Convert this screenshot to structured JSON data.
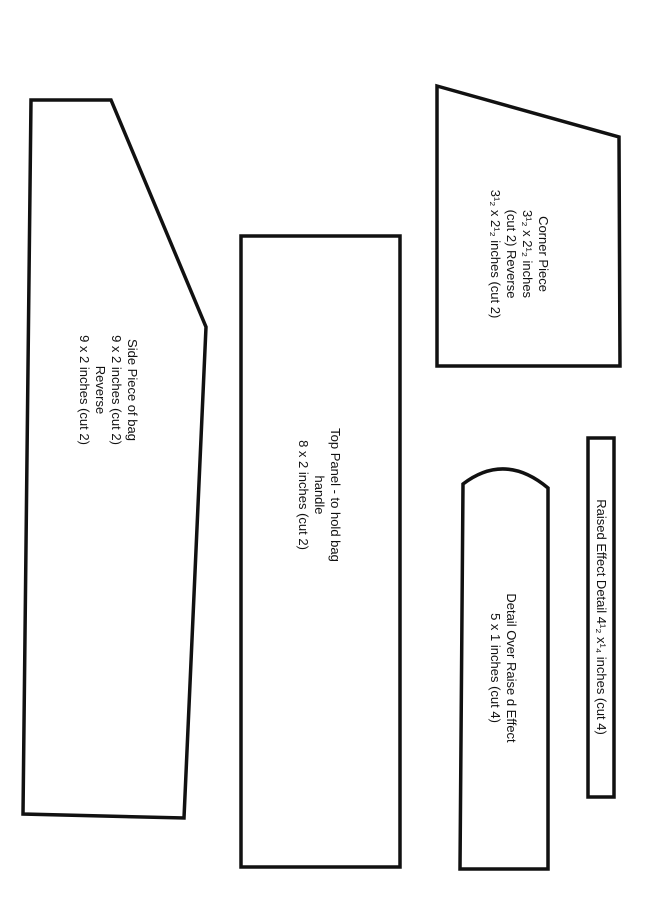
{
  "pieces": {
    "corner": {
      "line1": "Corner Piece",
      "line2": "3¹₂ x 2¹₂ inches",
      "line3": "(cut 2) Reverse",
      "line4": "3¹₂ x 2¹₂ inches (cut 2)"
    },
    "side": {
      "line1": "Side  Piece of bag",
      "line2": "9 x 2 inches (cut 2)",
      "line3": "Reverse",
      "line4": "9 x 2 inches (cut 2)"
    },
    "top_panel": {
      "line1": "Top Panel - to hold bag",
      "line2": "handle",
      "line3": "8 x 2 inches  (cut 2)"
    },
    "detail_over": {
      "line1": "Detail Over  Raise d Effect",
      "line2": "5 x 1 inches (cut 4)"
    },
    "raised_effect": {
      "line1": "Raised Effect Detail  4¹₂ x¹₄ inches (cut 4)"
    }
  },
  "colors": {
    "outline": "#111111",
    "paper": "#ffffff"
  }
}
